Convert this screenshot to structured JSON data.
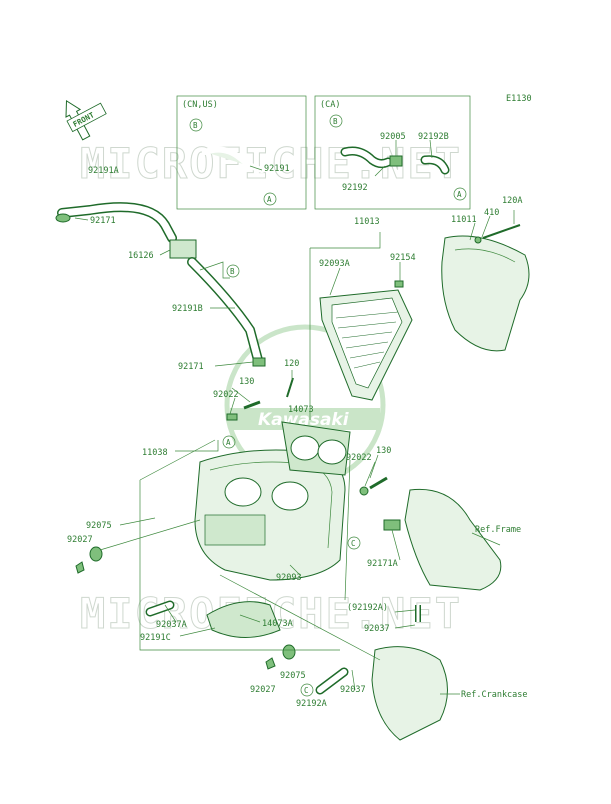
{
  "diagram": {
    "code": "E1130",
    "front_label": "FRONT",
    "watermark": "MICROFICHE.NET",
    "logo": "Kawasaki",
    "boxes": [
      {
        "region": "(CN,US)"
      },
      {
        "region": "(CA)"
      }
    ],
    "parts": [
      "92191A",
      "92171",
      "16126",
      "92191B",
      "92171",
      "120",
      "130",
      "92022",
      "14073",
      "11038",
      "92022",
      "130",
      "92075",
      "92027",
      "92093",
      "92037A",
      "14073A",
      "92191C",
      "92075",
      "92027",
      "92192A",
      "92037",
      "11013",
      "92093A",
      "92154",
      "11011",
      "410",
      "120A",
      "92191",
      "92192",
      "92005",
      "92192B",
      "92171A",
      "(92192A)",
      "92037"
    ],
    "refs": [
      "Ref.Frame",
      "Ref.Crankcase"
    ],
    "connectors": [
      "A",
      "B",
      "C"
    ]
  }
}
